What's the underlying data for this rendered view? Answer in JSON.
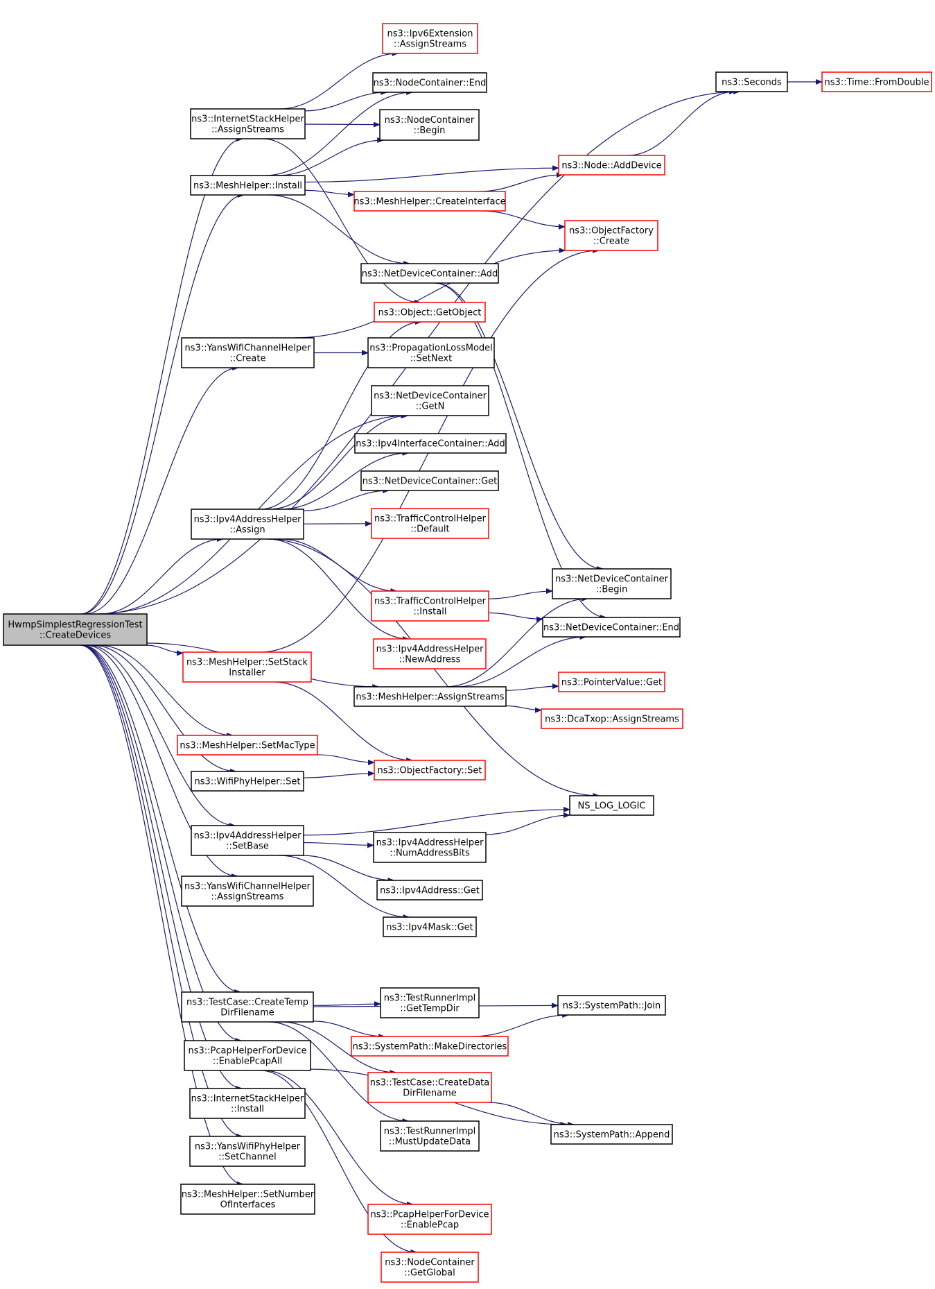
{
  "colors": {
    "edge": "#191970",
    "border_normal": "#000000",
    "border_truncated": "#ff0000",
    "root_fill": "#bfbfbf",
    "fill": "#ffffff"
  },
  "nodes": [
    {
      "id": "root",
      "lines": [
        "HwmpSimplestRegressionTest",
        "::CreateDevices"
      ],
      "style": "root"
    },
    {
      "id": "ish_assign",
      "lines": [
        "ns3::InternetStackHelper",
        "::AssignStreams"
      ],
      "style": "normal"
    },
    {
      "id": "mesh_install",
      "lines": [
        "ns3::MeshHelper::Install"
      ],
      "style": "normal"
    },
    {
      "id": "ywch_create",
      "lines": [
        "ns3::YansWifiChannelHelper",
        "::Create"
      ],
      "style": "normal"
    },
    {
      "id": "ipv4ah_assign",
      "lines": [
        "ns3::Ipv4AddressHelper",
        "::Assign"
      ],
      "style": "normal"
    },
    {
      "id": "mesh_setstack",
      "lines": [
        "ns3::MeshHelper::SetStack",
        "Installer"
      ],
      "style": "truncated"
    },
    {
      "id": "mesh_setmac",
      "lines": [
        "ns3::MeshHelper::SetMacType"
      ],
      "style": "truncated"
    },
    {
      "id": "wifiphy_set",
      "lines": [
        "ns3::WifiPhyHelper::Set"
      ],
      "style": "normal"
    },
    {
      "id": "ipv4ah_setbase",
      "lines": [
        "ns3::Ipv4AddressHelper",
        "::SetBase"
      ],
      "style": "normal"
    },
    {
      "id": "ywch_assign",
      "lines": [
        "ns3::YansWifiChannelHelper",
        "::AssignStreams"
      ],
      "style": "normal"
    },
    {
      "id": "tc_createtemp",
      "lines": [
        "ns3::TestCase::CreateTemp",
        "DirFilename"
      ],
      "style": "normal"
    },
    {
      "id": "pcap_all",
      "lines": [
        "ns3::PcapHelperForDevice",
        "::EnablePcapAll"
      ],
      "style": "normal"
    },
    {
      "id": "ish_install",
      "lines": [
        "ns3::InternetStackHelper",
        "::Install"
      ],
      "style": "normal"
    },
    {
      "id": "ywph_setchannel",
      "lines": [
        "ns3::YansWifiPhyHelper",
        "::SetChannel"
      ],
      "style": "normal"
    },
    {
      "id": "mesh_setnumif",
      "lines": [
        "ns3::MeshHelper::SetNumber",
        "OfInterfaces"
      ],
      "style": "normal"
    },
    {
      "id": "ipv6ext_assign",
      "lines": [
        "ns3::Ipv6Extension",
        "::AssignStreams"
      ],
      "style": "truncated"
    },
    {
      "id": "nc_end",
      "lines": [
        "ns3::NodeContainer::End"
      ],
      "style": "normal"
    },
    {
      "id": "nc_begin",
      "lines": [
        "ns3::NodeContainer",
        "::Begin"
      ],
      "style": "normal"
    },
    {
      "id": "mesh_createif",
      "lines": [
        "ns3::MeshHelper::CreateInterface"
      ],
      "style": "truncated"
    },
    {
      "id": "ndc_add",
      "lines": [
        "ns3::NetDeviceContainer::Add"
      ],
      "style": "normal"
    },
    {
      "id": "obj_getobject",
      "lines": [
        "ns3::Object::GetObject"
      ],
      "style": "truncated"
    },
    {
      "id": "plm_setnext",
      "lines": [
        "ns3::PropagationLossModel",
        "::SetNext"
      ],
      "style": "normal"
    },
    {
      "id": "ndc_getn",
      "lines": [
        "ns3::NetDeviceContainer",
        "::GetN"
      ],
      "style": "normal"
    },
    {
      "id": "ipv4ic_add",
      "lines": [
        "ns3::Ipv4InterfaceContainer::Add"
      ],
      "style": "normal"
    },
    {
      "id": "ndc_get",
      "lines": [
        "ns3::NetDeviceContainer::Get"
      ],
      "style": "normal"
    },
    {
      "id": "tch_default",
      "lines": [
        "ns3::TrafficControlHelper",
        "::Default"
      ],
      "style": "truncated"
    },
    {
      "id": "tch_install",
      "lines": [
        "ns3::TrafficControlHelper",
        "::Install"
      ],
      "style": "truncated"
    },
    {
      "id": "ipv4ah_newaddr",
      "lines": [
        "ns3::Ipv4AddressHelper",
        "::NewAddress"
      ],
      "style": "truncated"
    },
    {
      "id": "mesh_assignstreams",
      "lines": [
        "ns3::MeshHelper::AssignStreams"
      ],
      "style": "normal"
    },
    {
      "id": "of_set",
      "lines": [
        "ns3::ObjectFactory::Set"
      ],
      "style": "truncated"
    },
    {
      "id": "ipv4ah_numbits",
      "lines": [
        "ns3::Ipv4AddressHelper",
        "::NumAddressBits"
      ],
      "style": "normal"
    },
    {
      "id": "ipv4addr_get",
      "lines": [
        "ns3::Ipv4Address::Get"
      ],
      "style": "normal"
    },
    {
      "id": "ipv4mask_get",
      "lines": [
        "ns3::Ipv4Mask::Get"
      ],
      "style": "normal"
    },
    {
      "id": "tri_gettemp",
      "lines": [
        "ns3::TestRunnerImpl",
        "::GetTempDir"
      ],
      "style": "normal"
    },
    {
      "id": "sp_mkdirs",
      "lines": [
        "ns3::SystemPath::MakeDirectories"
      ],
      "style": "truncated"
    },
    {
      "id": "tc_createdata",
      "lines": [
        "ns3::TestCase::CreateData",
        "DirFilename"
      ],
      "style": "truncated"
    },
    {
      "id": "tri_mustupdate",
      "lines": [
        "ns3::TestRunnerImpl",
        "::MustUpdateData"
      ],
      "style": "normal"
    },
    {
      "id": "pcap_enable",
      "lines": [
        "ns3::PcapHelperForDevice",
        "::EnablePcap"
      ],
      "style": "truncated"
    },
    {
      "id": "nc_getglobal",
      "lines": [
        "ns3::NodeContainer",
        "::GetGlobal"
      ],
      "style": "truncated"
    },
    {
      "id": "seconds",
      "lines": [
        "ns3::Seconds"
      ],
      "style": "normal"
    },
    {
      "id": "node_adddevice",
      "lines": [
        "ns3::Node::AddDevice"
      ],
      "style": "truncated"
    },
    {
      "id": "of_create",
      "lines": [
        "ns3::ObjectFactory",
        "::Create"
      ],
      "style": "truncated"
    },
    {
      "id": "ndc_begin",
      "lines": [
        "ns3::NetDeviceContainer",
        "::Begin"
      ],
      "style": "normal"
    },
    {
      "id": "ndc_end",
      "lines": [
        "ns3::NetDeviceContainer::End"
      ],
      "style": "normal"
    },
    {
      "id": "pv_get",
      "lines": [
        "ns3::PointerValue::Get"
      ],
      "style": "truncated"
    },
    {
      "id": "dcatxop_assign",
      "lines": [
        "ns3::DcaTxop::AssignStreams"
      ],
      "style": "truncated"
    },
    {
      "id": "ns_log_logic",
      "lines": [
        "NS_LOG_LOGIC"
      ],
      "style": "normal"
    },
    {
      "id": "sp_join",
      "lines": [
        "ns3::SystemPath::Join"
      ],
      "style": "normal"
    },
    {
      "id": "sp_append",
      "lines": [
        "ns3::SystemPath::Append"
      ],
      "style": "normal"
    },
    {
      "id": "time_fromdouble",
      "lines": [
        "ns3::Time::FromDouble"
      ],
      "style": "truncated"
    }
  ],
  "edges": [
    [
      "root",
      "seconds"
    ],
    [
      "root",
      "ish_assign"
    ],
    [
      "root",
      "mesh_install"
    ],
    [
      "root",
      "ywch_create"
    ],
    [
      "root",
      "ndc_getn"
    ],
    [
      "root",
      "ipv4ah_assign"
    ],
    [
      "root",
      "mesh_setstack"
    ],
    [
      "root",
      "mesh_assignstreams"
    ],
    [
      "root",
      "mesh_setmac"
    ],
    [
      "root",
      "wifiphy_set"
    ],
    [
      "root",
      "ipv4ah_setbase"
    ],
    [
      "root",
      "ywch_assign"
    ],
    [
      "root",
      "tc_createtemp"
    ],
    [
      "root",
      "pcap_all"
    ],
    [
      "root",
      "ish_install"
    ],
    [
      "root",
      "ywph_setchannel"
    ],
    [
      "root",
      "mesh_setnumif"
    ],
    [
      "ish_assign",
      "ipv6ext_assign"
    ],
    [
      "ish_assign",
      "nc_end"
    ],
    [
      "ish_assign",
      "nc_begin"
    ],
    [
      "ish_assign",
      "obj_getobject"
    ],
    [
      "mesh_install",
      "nc_end"
    ],
    [
      "mesh_install",
      "nc_begin"
    ],
    [
      "mesh_install",
      "node_adddevice"
    ],
    [
      "mesh_install",
      "mesh_createif"
    ],
    [
      "mesh_install",
      "ndc_add"
    ],
    [
      "mesh_createif",
      "node_adddevice"
    ],
    [
      "mesh_createif",
      "of_create"
    ],
    [
      "ndc_add",
      "ndc_begin"
    ],
    [
      "ndc_add",
      "ndc_end"
    ],
    [
      "ywch_create",
      "of_create"
    ],
    [
      "ywch_create",
      "plm_setnext"
    ],
    [
      "ipv4ah_assign",
      "obj_getobject"
    ],
    [
      "ipv4ah_assign",
      "ndc_getn"
    ],
    [
      "ipv4ah_assign",
      "ipv4ic_add"
    ],
    [
      "ipv4ah_assign",
      "ndc_get"
    ],
    [
      "ipv4ah_assign",
      "tch_default"
    ],
    [
      "ipv4ah_assign",
      "tch_install"
    ],
    [
      "ipv4ah_assign",
      "ipv4ah_newaddr"
    ],
    [
      "ipv4ah_assign",
      "ns_log_logic"
    ],
    [
      "tch_install",
      "ndc_begin"
    ],
    [
      "tch_install",
      "ndc_end"
    ],
    [
      "mesh_setstack",
      "of_create"
    ],
    [
      "mesh_setstack",
      "of_set"
    ],
    [
      "mesh_assignstreams",
      "ndc_begin"
    ],
    [
      "mesh_assignstreams",
      "ndc_end"
    ],
    [
      "mesh_assignstreams",
      "pv_get"
    ],
    [
      "mesh_assignstreams",
      "dcatxop_assign"
    ],
    [
      "mesh_setmac",
      "of_set"
    ],
    [
      "wifiphy_set",
      "of_set"
    ],
    [
      "ipv4ah_setbase",
      "ns_log_logic"
    ],
    [
      "ipv4ah_setbase",
      "ipv4ah_numbits"
    ],
    [
      "ipv4ah_setbase",
      "ipv4addr_get"
    ],
    [
      "ipv4ah_setbase",
      "ipv4mask_get"
    ],
    [
      "ipv4ah_numbits",
      "ns_log_logic"
    ],
    [
      "tc_createtemp",
      "sp_join"
    ],
    [
      "tc_createtemp",
      "tri_gettemp"
    ],
    [
      "tc_createtemp",
      "sp_mkdirs"
    ],
    [
      "tc_createtemp",
      "tc_createdata"
    ],
    [
      "tc_createtemp",
      "tri_mustupdate"
    ],
    [
      "sp_mkdirs",
      "sp_join"
    ],
    [
      "tc_createdata",
      "sp_append"
    ],
    [
      "pcap_all",
      "sp_append"
    ],
    [
      "pcap_all",
      "pcap_enable"
    ],
    [
      "pcap_all",
      "nc_getglobal"
    ],
    [
      "seconds",
      "time_fromdouble"
    ],
    [
      "node_adddevice",
      "seconds"
    ]
  ]
}
